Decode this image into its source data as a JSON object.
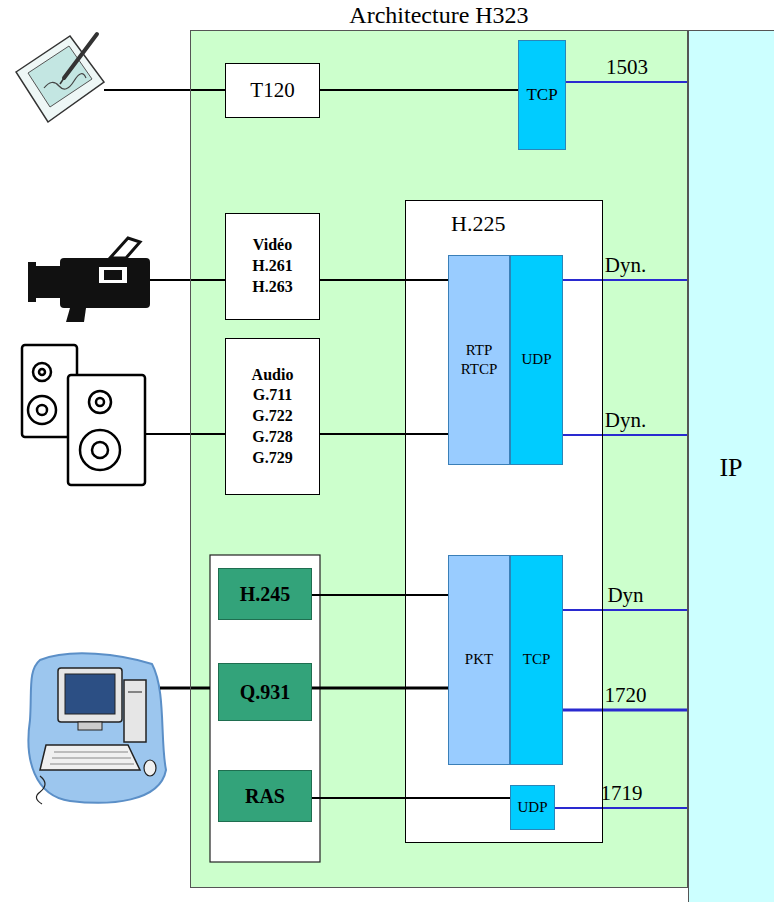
{
  "diagram": {
    "nodes": [
      {
        "text": [
          "Architecture H323"
        ]
      },
      {
        "text": [
          "T120"
        ],
        "in": 0
      },
      {
        "text": [
          "TCP"
        ],
        "in": 0
      },
      {
        "text": [
          "Vidéo H.261 H.263"
        ],
        "in": 0
      },
      {
        "text": [
          "H.225"
        ],
        "in": 0
      },
      {
        "text": [
          "RTP RTCP"
        ],
        "in": 4
      },
      {
        "text": [
          "UDP"
        ],
        "in": 4
      },
      {
        "text": [
          "Audio G.711 G.722 G.728 G.729"
        ],
        "in": 0
      },
      {
        "text": [
          "H.245"
        ],
        "in": 0
      },
      {
        "text": [
          "PKT"
        ],
        "in": 4
      },
      {
        "text": [
          "TCP"
        ],
        "in": 4
      },
      {
        "text": [
          "Q.931"
        ],
        "in": 0
      },
      {
        "text": [
          "RAS"
        ],
        "in": 0
      },
      {
        "text": [
          "UDP"
        ],
        "in": 4
      },
      {
        "text": [
          "IP"
        ]
      }
    ],
    "edges": [
      {
        "from": 1,
        "to": 2,
        "arrow": "none"
      },
      {
        "from": 2,
        "to": 14,
        "label": "1503",
        "arrow": "none"
      },
      {
        "from": 3,
        "to": 5,
        "arrow": "none"
      },
      {
        "from": 7,
        "to": 5,
        "arrow": "none"
      },
      {
        "from": 6,
        "to": 14,
        "label": "Dyn.",
        "arrow": "none"
      },
      {
        "from": 6,
        "to": 14,
        "label": "Dyn.",
        "arrow": "none"
      },
      {
        "from": 8,
        "to": 9,
        "arrow": "none"
      },
      {
        "from": 11,
        "to": 9,
        "arrow": "none"
      },
      {
        "from": 10,
        "to": 14,
        "label": "Dyn",
        "arrow": "none"
      },
      {
        "from": 10,
        "to": 14,
        "label": "1720",
        "arrow": "none"
      },
      {
        "from": 12,
        "to": 13,
        "arrow": "none"
      },
      {
        "from": 13,
        "to": 14,
        "label": "1719",
        "arrow": "none"
      }
    ]
  }
}
